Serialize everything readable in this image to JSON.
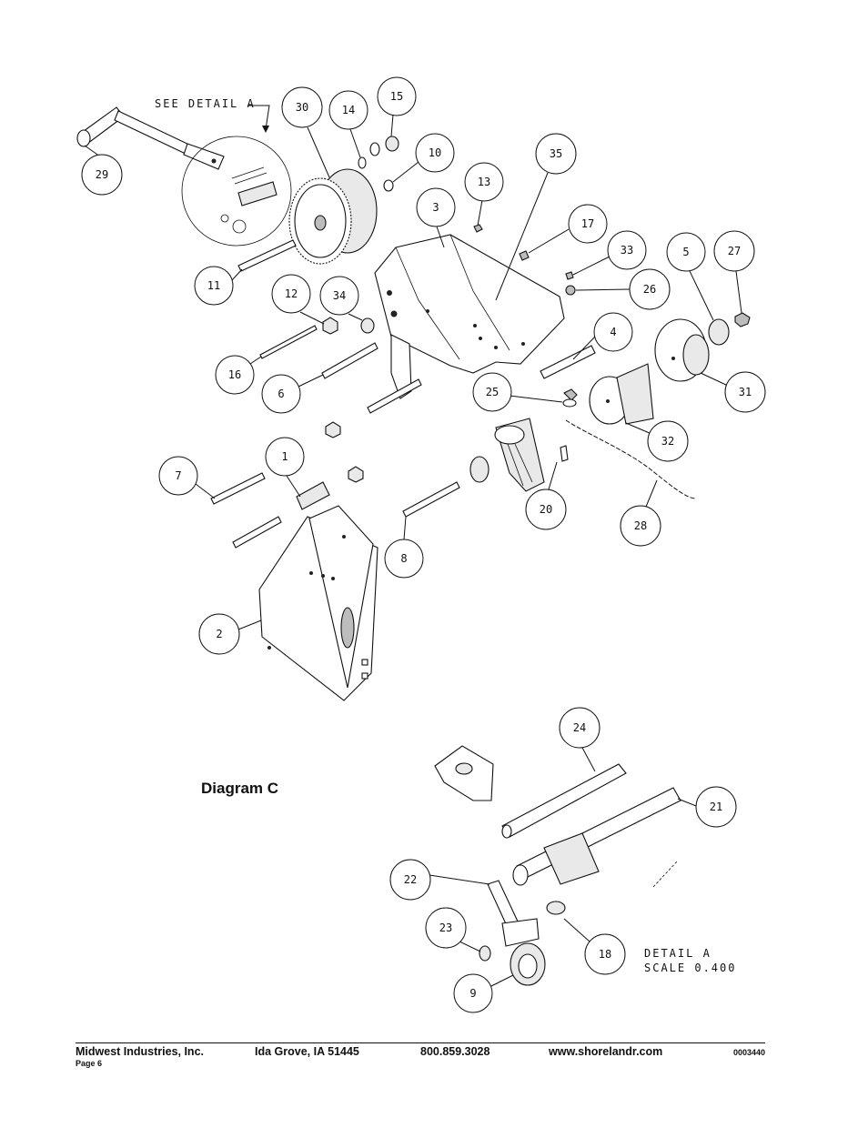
{
  "diagram_title": "Diagram C",
  "notes": {
    "see_detail": "SEE DETAIL A",
    "detail_title": "DETAIL  A",
    "detail_scale": "SCALE  0.400"
  },
  "callouts": [
    "30",
    "14",
    "15",
    "10",
    "29",
    "35",
    "13",
    "3",
    "17",
    "33",
    "5",
    "27",
    "26",
    "11",
    "12",
    "34",
    "4",
    "16",
    "6",
    "25",
    "31",
    "32",
    "7",
    "1",
    "20",
    "28",
    "8",
    "2",
    "24",
    "21",
    "22",
    "18",
    "23",
    "9"
  ],
  "footer": {
    "company": "Midwest Industries, Inc.",
    "city": "Ida Grove, IA  51445",
    "phone": "800.859.3028",
    "website": "www.shorelandr.com",
    "page": "Page 6",
    "doc_code": "0003440"
  }
}
